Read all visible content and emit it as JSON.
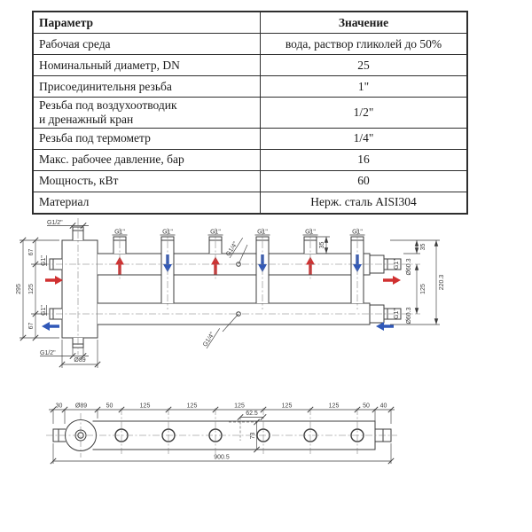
{
  "table": {
    "headers": [
      "Параметр",
      "Значение"
    ],
    "rows": [
      {
        "param": "Рабочая среда",
        "value": "вода, раствор гликолей до 50%"
      },
      {
        "param": "Номинальный диаметр, DN",
        "value": "25"
      },
      {
        "param": "Присоединительня резьба",
        "value": "1\""
      },
      {
        "param": "Резьба под воздухоотводик\nи дренажный кран",
        "value": "1/2\""
      },
      {
        "param": "Резьба под термометр",
        "value": "1/4\""
      },
      {
        "param": "Макс. рабочее давление, бар",
        "value": "16"
      },
      {
        "param": "Мощность, кВт",
        "value": "60"
      },
      {
        "param": "Материал",
        "value": "Нерж. сталь AISI304"
      }
    ]
  },
  "front_view": {
    "labels": {
      "top_port": "G1/2\"",
      "bottom_port": "G1/2\"",
      "body_diameter": "Ø89",
      "dim_top": "67",
      "dim_mid": "125",
      "dim_bottom": "67",
      "dim_height": "295",
      "side_port_top": "G1\"",
      "side_port_bottom": "G1\"",
      "top_outlets": [
        "G1\"",
        "G1\"",
        "G1\"",
        "G1\"",
        "G1\"",
        "G1\""
      ],
      "outlet_height": "35",
      "thermo_port_top": "G1/4\"",
      "thermo_port_bottom": "G1/4\"",
      "end_port_top": "G1\"",
      "end_port_bottom": "G1\"",
      "pipe_diameter_top": "Ø60.3",
      "pipe_diameter_bottom": "Ø60.3",
      "dim_right_top": "35",
      "dim_right_axes": "125",
      "dim_right_overall": "220.3"
    }
  },
  "top_view": {
    "dims": [
      "30",
      "Ø89",
      "50",
      "125",
      "125",
      "125",
      "125",
      "125",
      "50",
      "40"
    ],
    "dim_thermo_offset": "62.5",
    "dim_drain_offset": "73",
    "dim_overall_length": "900.5"
  },
  "colors": {
    "supply_arrow": "#d03030",
    "return_arrow": "#3058b8",
    "line": "#3d3d3d"
  }
}
